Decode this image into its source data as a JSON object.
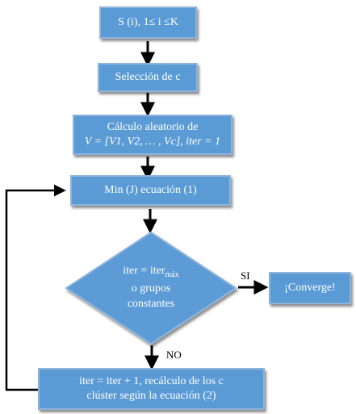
{
  "nodes": {
    "start": "S (i), 1≤ i ≤K",
    "select": "Selección de c",
    "calc_line1": "Cálculo aleatorio  de",
    "calc_line2": "V = [V1, V2, … , Vc],  iter = 1",
    "min": "Min (J) ecuación (1)",
    "decision_line1_a": "iter = iter",
    "decision_line1_sub": "máx",
    "decision_line2": "o grupos",
    "decision_line3": "constantes",
    "converge": "¡Converge!",
    "update_line1": "iter = iter + 1,  recálculo de los c",
    "update_line2": "clúster según la ecuación (2)"
  },
  "edge_labels": {
    "yes": "SI",
    "no": "NO"
  },
  "colors": {
    "box_fill": "#5b9bd5",
    "box_border": "#8fb4da",
    "arrow": "#000000"
  }
}
